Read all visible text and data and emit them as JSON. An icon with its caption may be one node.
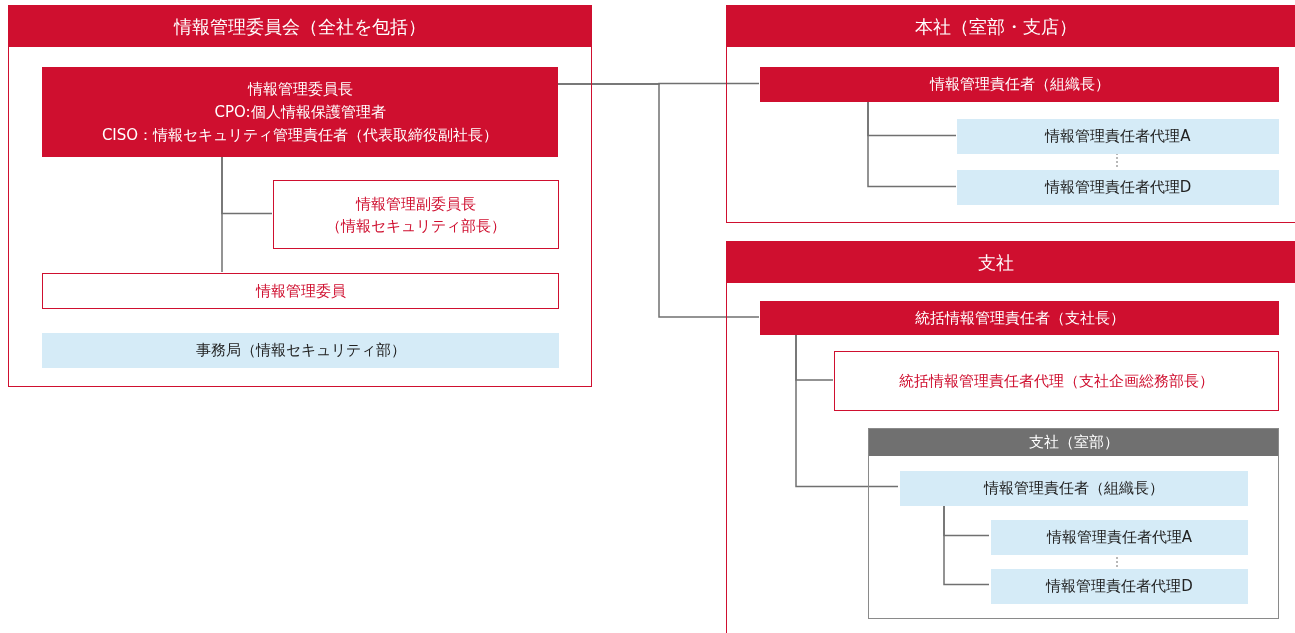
{
  "diagram": {
    "nodes": [
      {
        "text": [
          "情報管理委員会（全社を包括）"
        ]
      },
      {
        "text": [
          "情報管理委員長",
          "CPO:個人情報保護管理者",
          "CISO：情報セキュリティ管理責任者（代表取締役副社長）"
        ],
        "in": 0
      },
      {
        "text": [
          "情報管理副委員長（情報セキュリティ部長）"
        ],
        "in": 0
      },
      {
        "text": [
          "情報管理委員"
        ],
        "in": 0
      },
      {
        "text": [
          "事務局（情報セキュリティ部）"
        ],
        "in": 0
      },
      {
        "text": [
          "本社（室部・支店）"
        ]
      },
      {
        "text": [
          "情報管理責任者（組織長）"
        ],
        "in": 5
      },
      {
        "text": [
          "情報管理責任者代理A"
        ],
        "in": 5
      },
      {
        "text": [
          "情報管理責任者代理D"
        ],
        "in": 5
      },
      {
        "text": [
          "支社"
        ]
      },
      {
        "text": [
          "統括情報管理責任者（支社長）"
        ],
        "in": 9
      },
      {
        "text": [
          "統括情報管理責任者代理（支社企画総務部長）"
        ],
        "in": 9
      },
      {
        "text": [
          "支社（室部）"
        ],
        "in": 9
      },
      {
        "text": [
          "情報管理責任者（組織長）"
        ],
        "in": 12
      },
      {
        "text": [
          "情報管理責任者代理A"
        ],
        "in": 12
      },
      {
        "text": [
          "情報管理責任者代理D"
        ],
        "in": 12
      }
    ],
    "edges": [
      {
        "from": 1,
        "to": 2,
        "arrow": "none"
      },
      {
        "from": 1,
        "to": 3,
        "arrow": "none"
      },
      {
        "from": 1,
        "to": 6,
        "arrow": "none"
      },
      {
        "from": 1,
        "to": 10,
        "arrow": "none"
      },
      {
        "from": 6,
        "to": 7,
        "arrow": "none"
      },
      {
        "from": 6,
        "to": 8,
        "arrow": "none"
      },
      {
        "from": 7,
        "to": 8,
        "arrow": "none",
        "style": "dashed"
      },
      {
        "from": 10,
        "to": 11,
        "arrow": "none"
      },
      {
        "from": 10,
        "to": 13,
        "arrow": "none"
      },
      {
        "from": 13,
        "to": 14,
        "arrow": "none"
      },
      {
        "from": 13,
        "to": 15,
        "arrow": "none"
      },
      {
        "from": 14,
        "to": 15,
        "arrow": "none",
        "style": "dashed"
      }
    ]
  }
}
